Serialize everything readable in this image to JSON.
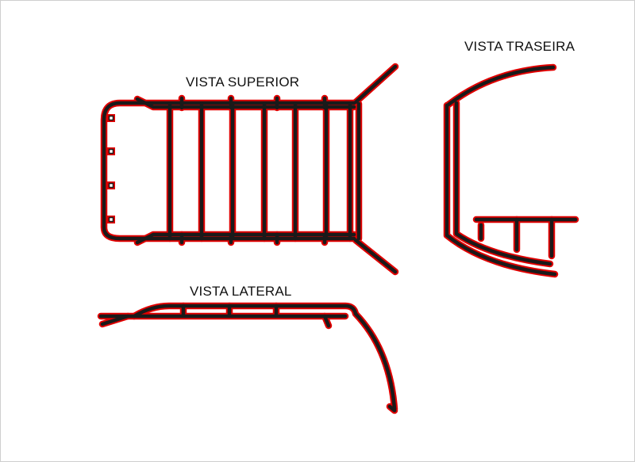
{
  "labels": {
    "top_view": "VISTA SUPERIOR",
    "rear_view": "VISTA TRASEIRA",
    "side_view": "VISTA LATERAL"
  },
  "colors": {
    "outline": "#e00000",
    "tube": "#1a1a1a",
    "background": "#ffffff"
  }
}
